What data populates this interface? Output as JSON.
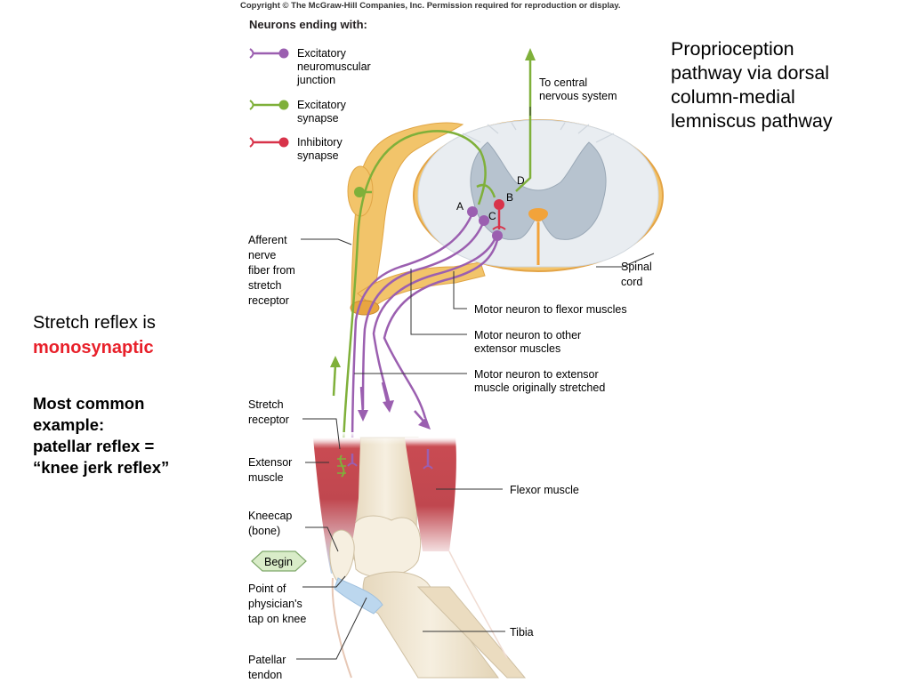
{
  "copyright": "Copyright © The McGraw-Hill Companies, Inc. Permission required for reproduction or display.",
  "legend": {
    "title": "Neurons ending with:",
    "items": [
      {
        "label_lines": [
          "Excitatory",
          "neuromuscular",
          "junction"
        ],
        "color": "#9b5fb0"
      },
      {
        "label_lines": [
          "Excitatory",
          "synapse"
        ],
        "color": "#7fb03a"
      },
      {
        "label_lines": [
          "Inhibitory",
          "synapse"
        ],
        "color": "#d8334a"
      }
    ]
  },
  "annotation": {
    "proprioception": [
      "Proprioception",
      "pathway via dorsal",
      "column-medial",
      "lemniscus pathway"
    ],
    "stretch_reflex_line1": "Stretch reflex is",
    "stretch_reflex_line2": "monosynaptic",
    "common_example": [
      "Most common",
      "example:",
      "patellar reflex =",
      "“knee jerk reflex”"
    ]
  },
  "labels": {
    "cns": [
      "To central",
      "nervous system"
    ],
    "afferent": [
      "Afferent",
      "nerve",
      "fiber from",
      "stretch",
      "receptor"
    ],
    "spinal_cord": [
      "Spinal",
      "cord"
    ],
    "motor_flexor": "Motor neuron to flexor muscles",
    "motor_other": [
      "Motor neuron to other",
      "extensor muscles"
    ],
    "motor_extensor": [
      "Motor neuron to extensor",
      "muscle originally stretched"
    ],
    "stretch_receptor": [
      "Stretch",
      "receptor"
    ],
    "extensor_muscle": [
      "Extensor",
      "muscle"
    ],
    "flexor_muscle": "Flexor muscle",
    "kneecap": [
      "Kneecap",
      "(bone)"
    ],
    "begin": "Begin",
    "tap_point": [
      "Point of",
      "physician's",
      "tap on knee"
    ],
    "tibia": "Tibia",
    "patellar_tendon": [
      "Patellar",
      "tendon"
    ],
    "synapse_letters": {
      "A": "A",
      "B": "B",
      "C": "C",
      "D": "D"
    }
  },
  "colors": {
    "excitatory_nmj": "#9b5fb0",
    "excitatory_synapse": "#7fb03a",
    "inhibitory": "#d8334a",
    "nerve": "#f2c46a",
    "gray_matter": "#b7c3cf",
    "white_matter": "#e9edf1",
    "muscle": "#c0474f",
    "bone": "#efe4cf",
    "tendon": "#bcd7ee",
    "highlight": "#e8202a"
  }
}
